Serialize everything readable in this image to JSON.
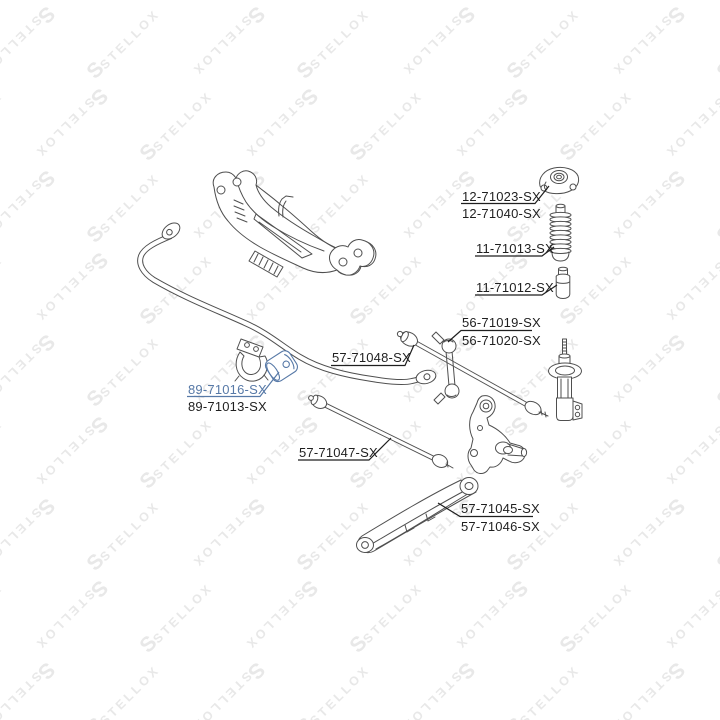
{
  "page": {
    "background": "#ffffff"
  },
  "watermark": {
    "text": "STELLOX",
    "logo_glyph": "S",
    "color": "#e8e8e8"
  },
  "colors": {
    "line": "#4f4f4f",
    "label_text": "#1f1f1f",
    "link_blue": "#5779a7",
    "background": "#ffffff"
  },
  "labels": [
    {
      "text": "12-71023-SX",
      "part": "strut-mount",
      "highlighted": false
    },
    {
      "text": "12-71040-SX",
      "part": "strut-mount-alt",
      "highlighted": false
    },
    {
      "text": "11-71013-SX",
      "part": "shock-dust-boot",
      "highlighted": false
    },
    {
      "text": "11-71012-SX",
      "part": "bump-stop",
      "highlighted": false
    },
    {
      "text": "56-71019-SX",
      "part": "stabilizer-link",
      "highlighted": false
    },
    {
      "text": "56-71020-SX",
      "part": "stabilizer-link-alt",
      "highlighted": false
    },
    {
      "text": "57-71048-SX",
      "part": "upper-track-rod",
      "highlighted": false
    },
    {
      "text": "89-71016-SX",
      "part": "stabilizer-bushing",
      "highlighted": true
    },
    {
      "text": "89-71013-SX",
      "part": "stabilizer-bushing-alt",
      "highlighted": false
    },
    {
      "text": "57-71047-SX",
      "part": "lateral-rod",
      "highlighted": false
    },
    {
      "text": "57-71045-SX",
      "part": "trailing-arm",
      "highlighted": false
    },
    {
      "text": "57-71046-SX",
      "part": "trailing-arm-alt",
      "highlighted": false
    }
  ]
}
